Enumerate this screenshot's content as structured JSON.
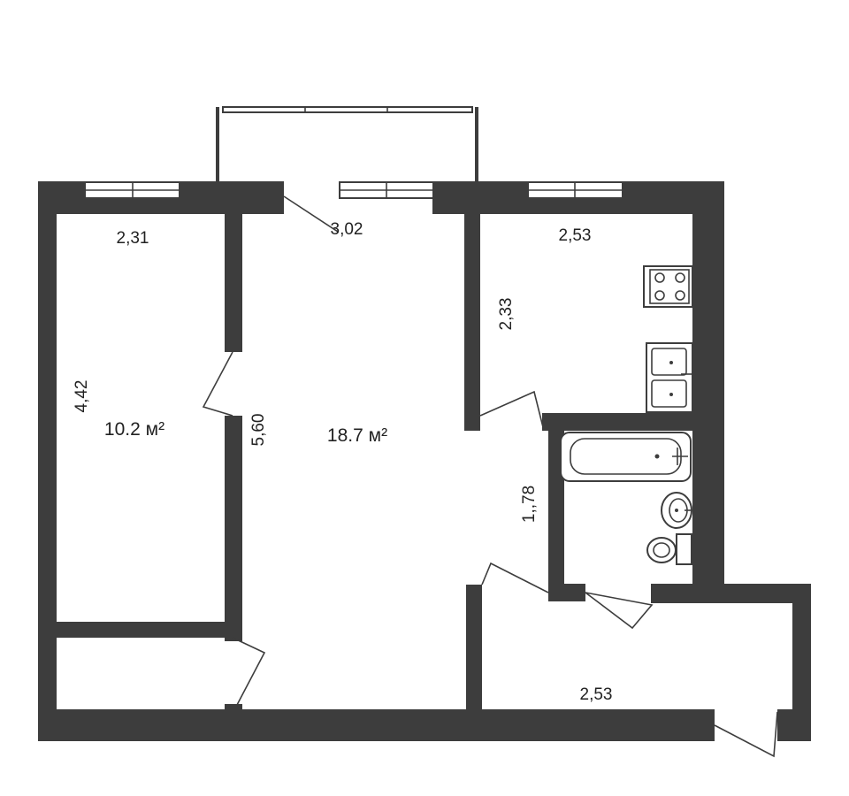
{
  "colors": {
    "wall": "#3d3d3d",
    "background": "#ffffff"
  },
  "rooms": {
    "left_room": {
      "area": "10.2 м²",
      "width_dim": "2,31",
      "length_dim": "4,42"
    },
    "living_room": {
      "area": "18.7 м²",
      "width_dim": "3,02",
      "length_dim": "5,60"
    },
    "kitchen": {
      "width_dim": "2,53",
      "length_dim": "2,33"
    },
    "bathroom": {
      "length_dim": "1,,78"
    },
    "hallway": {
      "width_dim": "2,53"
    }
  },
  "icons": [
    "stove-icon",
    "double-sink-icon",
    "bathtub-icon",
    "washbasin-icon",
    "toilet-icon"
  ]
}
